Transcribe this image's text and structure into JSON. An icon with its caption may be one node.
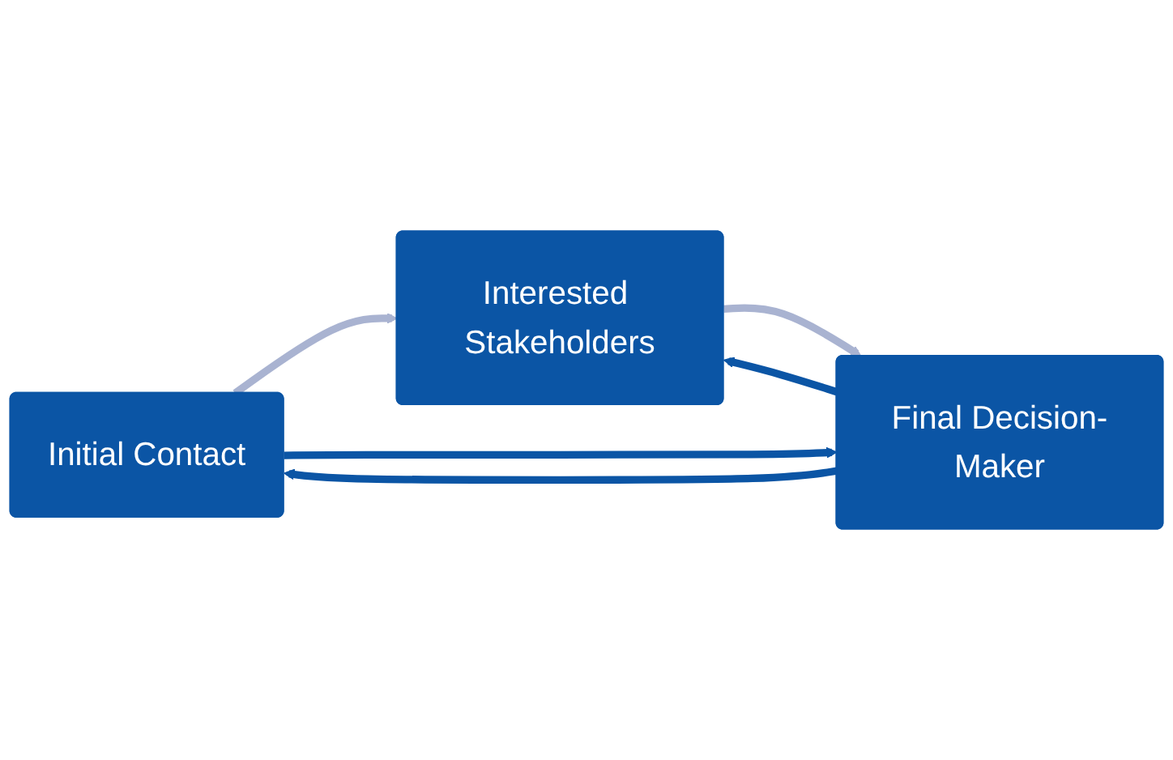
{
  "diagram": {
    "nodes": [
      {
        "text": [
          "Initial Contact"
        ]
      },
      {
        "text": [
          "Interested Stakeholders"
        ]
      },
      {
        "text": [
          "Final Decision-Maker"
        ]
      }
    ],
    "edges": [
      {
        "from": 0,
        "to": 1,
        "arrow": "to",
        "color": "#a9b3d1"
      },
      {
        "from": 1,
        "to": 2,
        "arrow": "to",
        "color": "#a9b3d1"
      },
      {
        "from": 2,
        "to": 1,
        "arrow": "to"
      },
      {
        "from": 0,
        "to": 2,
        "arrow": "to"
      },
      {
        "from": 2,
        "to": 0,
        "arrow": "to"
      }
    ]
  }
}
